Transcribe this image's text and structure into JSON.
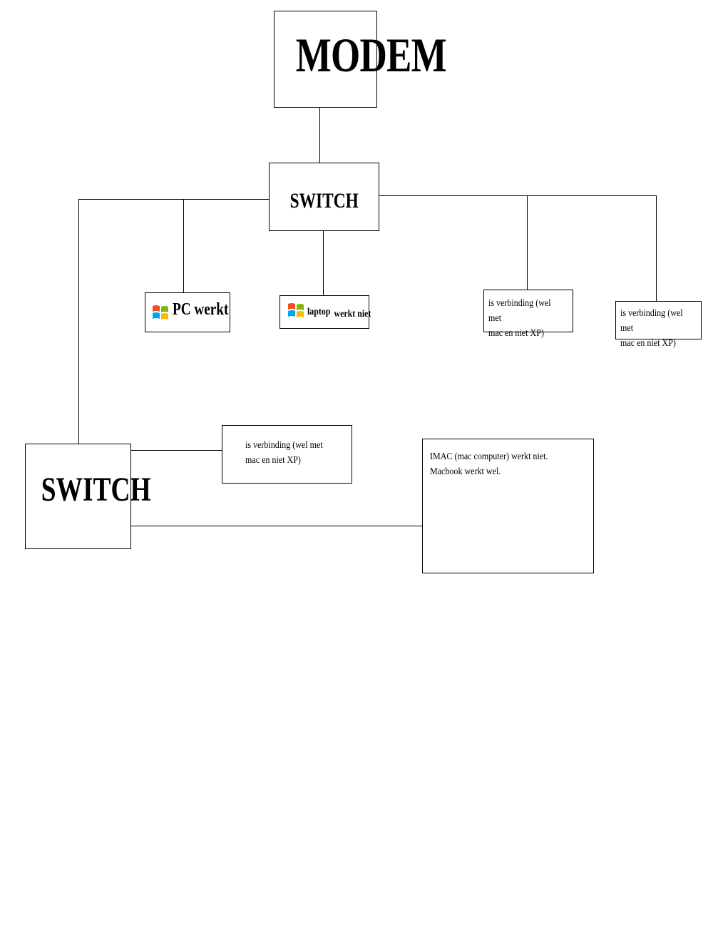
{
  "modem": {
    "label": "MODEM"
  },
  "switch_main": {
    "label": "SWITCH"
  },
  "switch_secondary": {
    "label": "SWITCH"
  },
  "pc": {
    "label": "PC werkt",
    "icon": "windows-xp-logo-icon"
  },
  "laptop": {
    "label_part1": "laptop",
    "label_part2": "werkt niet",
    "icon": "windows-xp-logo-icon"
  },
  "conn_right1": {
    "line1": "is verbinding (wel met",
    "line2": "mac en niet XP)"
  },
  "conn_right2": {
    "line1": "is verbinding (wel met",
    "line2": "mac en niet XP)"
  },
  "conn_lower": {
    "line1": "is verbinding (wel met",
    "line2": "mac en niet XP)"
  },
  "imac": {
    "line1": "IMAC (mac computer) werkt niet.",
    "line2": "Macbook werkt wel."
  },
  "colors": {
    "line": "#000000",
    "background": "#ffffff",
    "xp_red": "#f25022",
    "xp_green": "#7fba00",
    "xp_blue": "#00a4ef",
    "xp_yellow": "#ffb900"
  }
}
